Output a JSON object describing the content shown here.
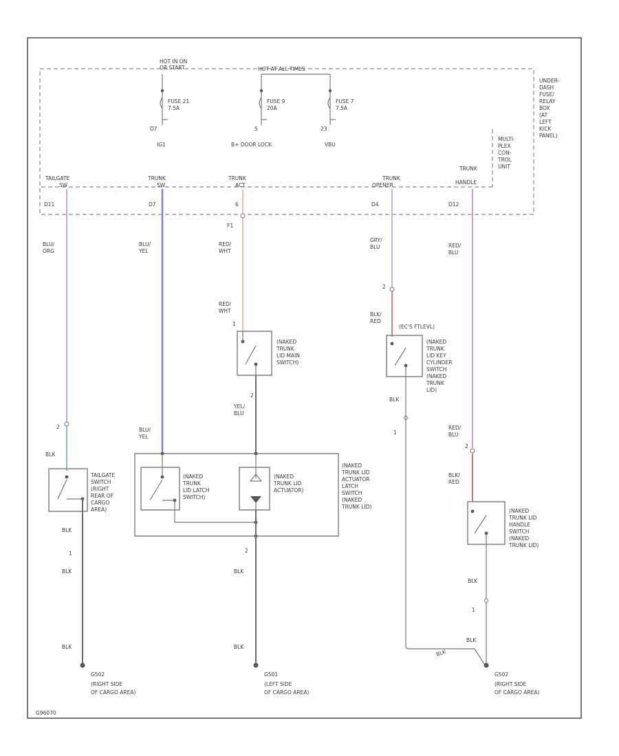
{
  "fuse_box": {
    "hot_run": [
      "HOT IN ON",
      "OR START"
    ],
    "hot_all": "HOT AT ALL TIMES",
    "fuses": [
      {
        "name": "FUSE 21",
        "rating": "7.5A",
        "pin": "D7",
        "label": "IG1"
      },
      {
        "name": "FUSE 9",
        "rating": "20A",
        "pin": "5",
        "label": "B+ DOOR LOCK"
      },
      {
        "name": "FUSE 7",
        "rating": "7.5A",
        "pin": "23",
        "label": "VBU"
      }
    ],
    "side_label_1": [
      "UNDER-",
      "DASH",
      "FUSE/",
      "RELAY",
      "BOX",
      "(AT",
      "LEFT",
      "KICK",
      "PANEL)"
    ],
    "side_label_2": [
      "MULTI-",
      "PLEX",
      "CON-",
      "TROL",
      "UNIT"
    ],
    "terminals": [
      {
        "label": [
          "TAILGATE",
          "SW"
        ],
        "pin": "D11"
      },
      {
        "label": [
          "TRUNK",
          "SW"
        ],
        "pin": "D7"
      },
      {
        "label": [
          "TRUNK",
          "ACT"
        ],
        "pin": "6"
      },
      {
        "label": [
          "TRUNK",
          "OPENER"
        ],
        "pin": "D4"
      },
      {
        "label": [
          "TRUNK",
          "HANDLE"
        ],
        "pin": "D12"
      }
    ]
  },
  "wires": {
    "w1": [
      "BLU/",
      "ORG"
    ],
    "w2": [
      "BLU/",
      "YEL"
    ],
    "w3a": [
      "RED/",
      "WHT"
    ],
    "w3b": [
      "RED/",
      "WHT"
    ],
    "w3c": [
      "YEL/",
      "BLU"
    ],
    "w4a": [
      "GRY/",
      "BLU"
    ],
    "w4b": [
      "BLK/",
      "RED"
    ],
    "w5a": [
      "RED/",
      "BLU"
    ],
    "w5b": [
      "RED/",
      "BLU"
    ],
    "w5c": [
      "BLK/",
      "RED"
    ],
    "w2b": [
      "BLU/",
      "YEL"
    ],
    "blk": "BLK"
  },
  "pins": {
    "p_f1": "F1",
    "p_1a": "1",
    "p_2a": "2",
    "p_2b": "2",
    "p_2c": "2",
    "p_1b": "1",
    "p_1c": "1",
    "p_1d": "1",
    "p_2d": "2",
    "p_1e": "1"
  },
  "components": {
    "tailgate_switch": [
      "TAILGATE",
      "SWITCH",
      "(RIGHT",
      "REAR OF",
      "CARGO",
      "AREA)"
    ],
    "latch_switch": [
      "(NAKED",
      "TRUNK",
      "LID LATCH",
      "SWITCH)"
    ],
    "actuator": [
      "(NAKED",
      "TRUNK LID",
      "ACTUATOR)"
    ],
    "actuator_assy": [
      "(NAKED",
      "TRUNK LID",
      "ACTUATOR",
      "LATCH",
      "SWITCH",
      "(NAKED",
      "TRUNK LID)"
    ],
    "main_switch": [
      "(NAKED",
      "TRUNK",
      "LID MAIN",
      "SWITCH)"
    ],
    "key_switch_title": "(EC'S FTLEVL)",
    "key_switch": [
      "(NAKED",
      "TRUNK",
      "LID KEY",
      "CYLINDER",
      "SWITCH",
      "(NAKED",
      "TRUNK",
      "LID)"
    ],
    "handle_switch": [
      "(NAKED",
      "TRUNK LID",
      "HANDLE",
      "SWITCH",
      "(NAKED",
      "TRUNK LID)"
    ]
  },
  "grounds": [
    {
      "id": "G502",
      "desc": [
        "(RIGHT SIDE",
        "OF CARGO AREA)"
      ]
    },
    {
      "id": "G501",
      "desc": [
        "(LEFT SIDE",
        "OF CARGO AREA)"
      ]
    },
    {
      "id": "G502",
      "desc": [
        "(RIGHT SIDE",
        "OF CARGO AREA)"
      ]
    }
  ],
  "footer_code": "G96070",
  "colors": {
    "blu_org": "#c6a8dc",
    "blu_yel": "#7b7bf2",
    "red_wht": "#f2a5a5",
    "gry_blu": "#a6a6f0",
    "red_blu": "#d48ad8",
    "blk_red": "#d46060",
    "teal": "#7fc8c0",
    "blk": "#6b6b6b"
  }
}
